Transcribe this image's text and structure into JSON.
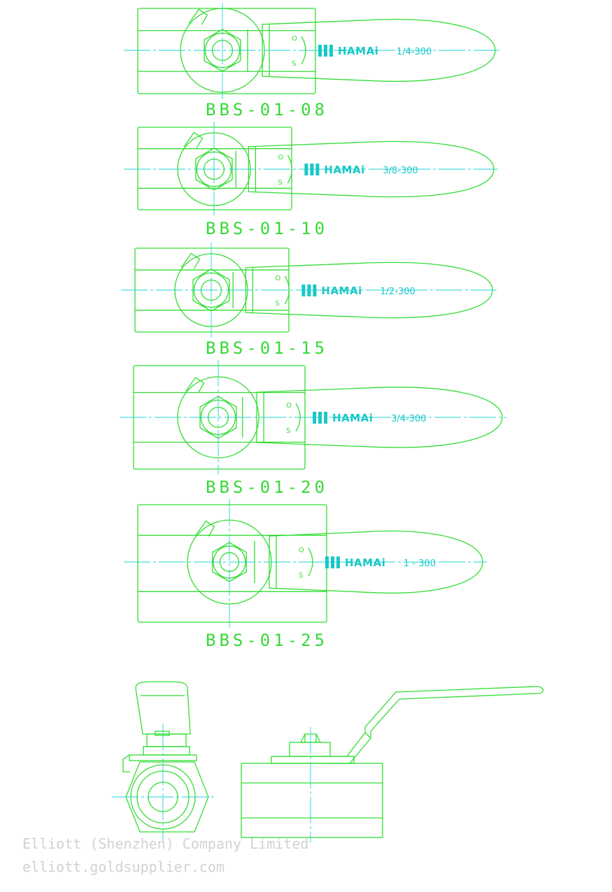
{
  "models": [
    {
      "label": "BBS-01-08",
      "brand": "HAMAi",
      "size": "1/4-300"
    },
    {
      "label": "BBS-01-10",
      "brand": "HAMAi",
      "size": "3/8-300"
    },
    {
      "label": "BBS-01-15",
      "brand": "HAMAi",
      "size": "1/2-300"
    },
    {
      "label": "BBS-01-20",
      "brand": "HAMAi",
      "size": "3/4-300"
    },
    {
      "label": "BBS-01-25",
      "brand": "HAMAi",
      "size": "1 - 300"
    }
  ],
  "handle_marks": {
    "open": "O",
    "shut": "S"
  },
  "watermark": {
    "company": "Elliott (Shenzhen) Company Limited",
    "site": "elliott.goldsupplier.com"
  },
  "colors": {
    "outline": "#33dd33",
    "centerline": "#22d3d3",
    "brand": "#18c8c8",
    "watermark": "#d2d2d2"
  }
}
